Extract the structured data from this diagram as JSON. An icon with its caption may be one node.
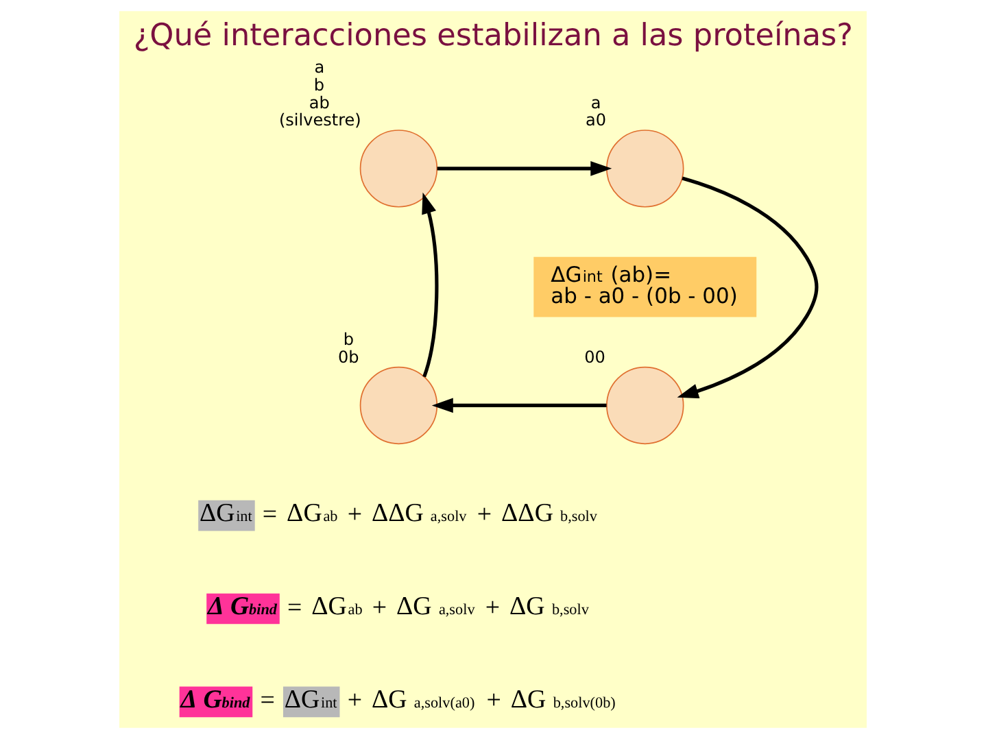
{
  "diagram": {
    "title": "¿Qué interacciones estabilizan a las proteínas?",
    "nodes": [
      {
        "text": [],
        "shape": "circle",
        "beside": [
          "a",
          "b",
          "ab",
          "(silvestre)"
        ]
      },
      {
        "text": [],
        "shape": "circle",
        "beside": [
          "a",
          "a0"
        ]
      },
      {
        "text": [
          "ΔG$_{int}$ (ab)=",
          "ab - a0 - (0b - 00)"
        ]
      },
      {
        "text": [],
        "shape": "circle",
        "beside": [
          "b",
          "0b"
        ]
      },
      {
        "text": [],
        "shape": "circle",
        "beside": [
          "00"
        ]
      }
    ],
    "edges": [
      {
        "from": 0,
        "to": 1,
        "arrow": "to"
      },
      {
        "from": 1,
        "to": 4,
        "arrow": "to"
      },
      {
        "from": 4,
        "to": 3,
        "arrow": "to"
      },
      {
        "from": 3,
        "to": 0,
        "arrow": "to"
      }
    ],
    "labels": [
      "ΔG$_{int}$ = ΔG$_{ab}$ + ΔΔG $_{a,solv}$ + ΔΔG $_{b,solv}$",
      "Δ G$_{bind}$ = ΔG$_{ab}$ + ΔG $_{a,solv}$ + ΔG $_{b,solv}$",
      "Δ G$_{bind}$ = ΔG$_{int}$ + ΔG $_{a,solv(a0)}$ + ΔG $_{b,solv(0b)}$"
    ]
  }
}
